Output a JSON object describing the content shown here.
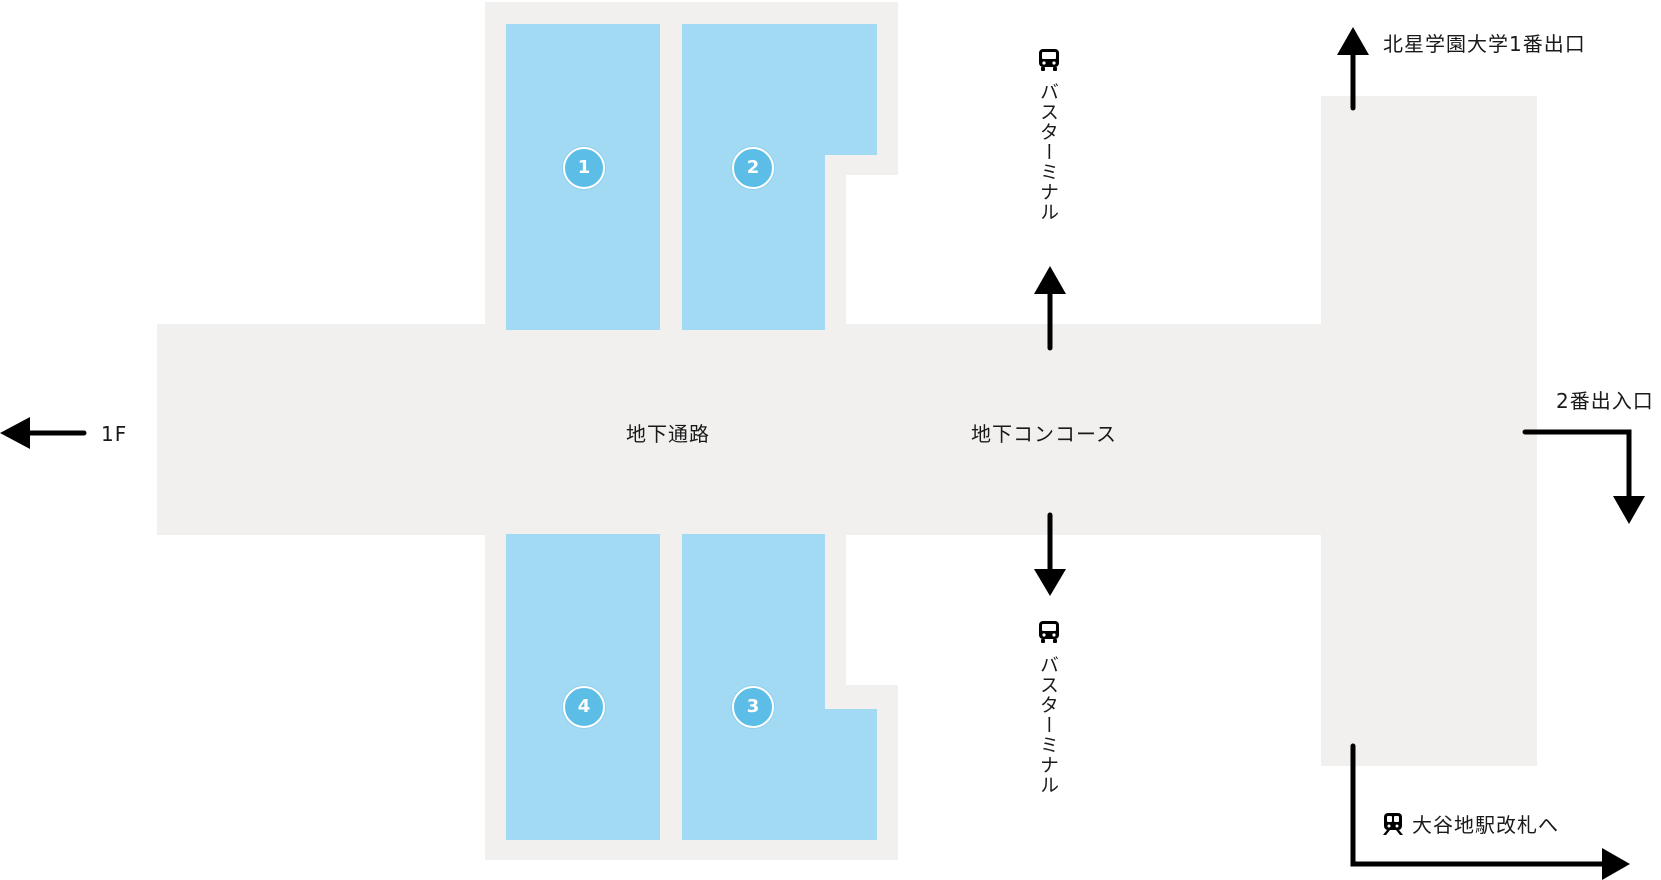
{
  "areas": {
    "passage": "地下通路",
    "concourse": "地下コンコース"
  },
  "stores": [
    {
      "number": "1"
    },
    {
      "number": "2"
    },
    {
      "number": "3"
    },
    {
      "number": "4"
    }
  ],
  "exits": {
    "floor_1f": "1F",
    "bus_terminal_north": "バスターミナル",
    "bus_terminal_south": "バスターミナル",
    "hokusei_exit_1": "北星学園大学1番出口",
    "exit_2": "2番出入口",
    "otani_station": "大谷地駅改札へ"
  },
  "icons": {
    "bus": "bus-icon",
    "train": "train-icon",
    "arrow": "arrow-icon"
  },
  "colors": {
    "floor": "#f1f0ef",
    "store": "#a2d9f3",
    "badge": "#5cbde6",
    "arrow": "#000000"
  }
}
